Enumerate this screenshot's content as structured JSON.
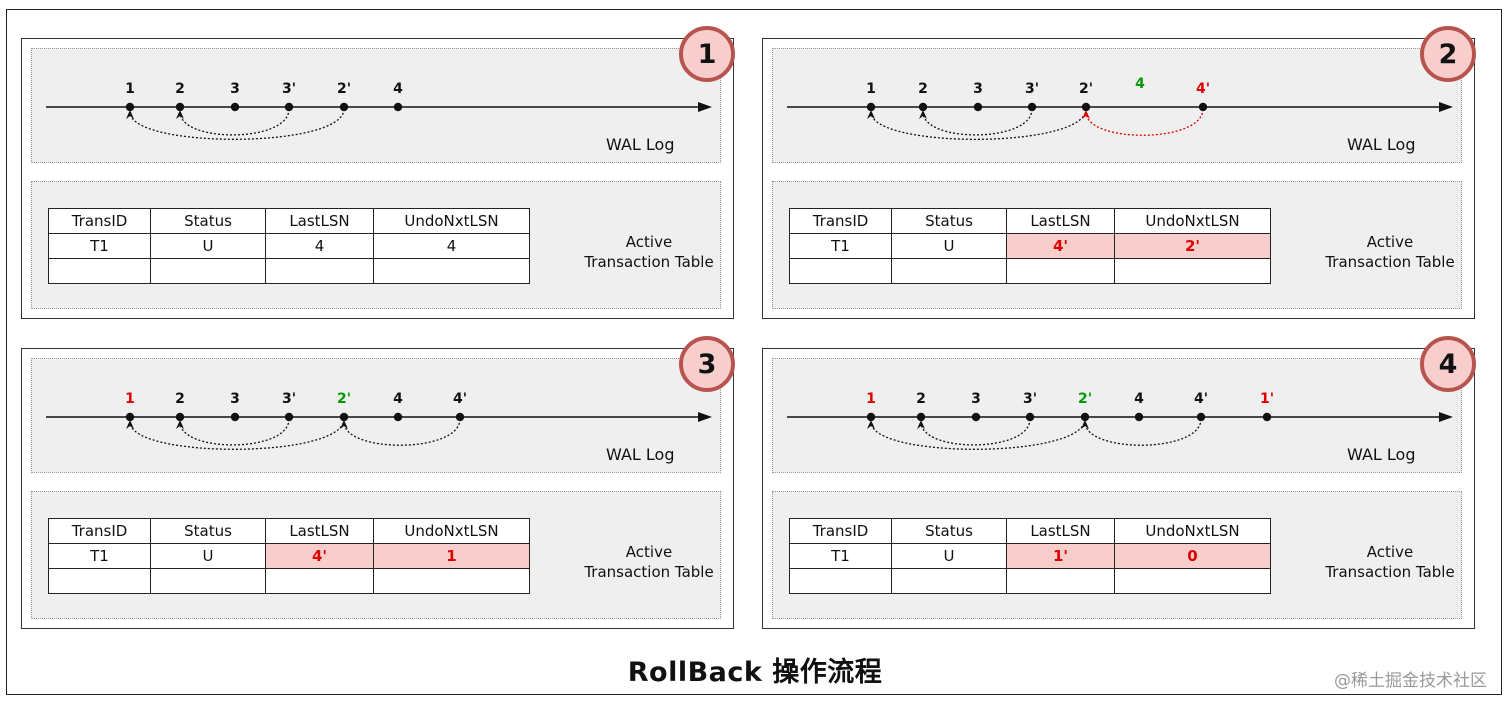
{
  "title": "RollBack 操作流程",
  "watermark": "@稀土掘金技术社区",
  "colors": {
    "default": "#111111",
    "red": "#e00000",
    "green": "#009900"
  },
  "panels": [
    {
      "step": "1",
      "wal_label": "WAL Log",
      "entries": [
        {
          "label": "1",
          "color": "default"
        },
        {
          "label": "2",
          "color": "default"
        },
        {
          "label": "3",
          "color": "default"
        },
        {
          "label": "3'",
          "color": "default"
        },
        {
          "label": "2'",
          "color": "default"
        },
        {
          "label": "4",
          "color": "default"
        }
      ],
      "links": [
        {
          "from": "3'",
          "to": "2",
          "color": "default"
        },
        {
          "from": "2'",
          "to": "1",
          "color": "default"
        }
      ],
      "table_label": [
        "Active",
        "Transaction Table"
      ],
      "table": {
        "headers": [
          "TransID",
          "Status",
          "LastLSN",
          "UndoNxtLSN"
        ],
        "rows": [
          [
            {
              "v": "T1"
            },
            {
              "v": "U"
            },
            {
              "v": "4"
            },
            {
              "v": "4"
            }
          ],
          [
            {
              "v": ""
            },
            {
              "v": ""
            },
            {
              "v": ""
            },
            {
              "v": ""
            }
          ]
        ]
      }
    },
    {
      "step": "2",
      "wal_label": "WAL Log",
      "entries": [
        {
          "label": "1",
          "color": "default"
        },
        {
          "label": "2",
          "color": "default"
        },
        {
          "label": "3",
          "color": "default"
        },
        {
          "label": "3'",
          "color": "default"
        },
        {
          "label": "2'",
          "color": "default"
        },
        {
          "label": "4",
          "color": "green",
          "no_dot": true
        },
        {
          "label": "4'",
          "color": "red"
        }
      ],
      "links": [
        {
          "from": "3'",
          "to": "2",
          "color": "default"
        },
        {
          "from": "2'",
          "to": "1",
          "color": "default"
        },
        {
          "from": "4'",
          "to": "2'",
          "color": "red"
        }
      ],
      "table_label": [
        "Active",
        "Transaction Table"
      ],
      "table": {
        "headers": [
          "TransID",
          "Status",
          "LastLSN",
          "UndoNxtLSN"
        ],
        "rows": [
          [
            {
              "v": "T1"
            },
            {
              "v": "U"
            },
            {
              "v": "4'",
              "hl": true
            },
            {
              "v": "2'",
              "hl": true
            }
          ],
          [
            {
              "v": ""
            },
            {
              "v": ""
            },
            {
              "v": ""
            },
            {
              "v": ""
            }
          ]
        ]
      }
    },
    {
      "step": "3",
      "wal_label": "WAL Log",
      "entries": [
        {
          "label": "1",
          "color": "red"
        },
        {
          "label": "2",
          "color": "default"
        },
        {
          "label": "3",
          "color": "default"
        },
        {
          "label": "3'",
          "color": "default"
        },
        {
          "label": "2'",
          "color": "green"
        },
        {
          "label": "4",
          "color": "default"
        },
        {
          "label": "4'",
          "color": "default"
        }
      ],
      "links": [
        {
          "from": "3'",
          "to": "2",
          "color": "default"
        },
        {
          "from": "2'",
          "to": "1",
          "color": "default"
        },
        {
          "from": "4'",
          "to": "2'",
          "color": "default"
        }
      ],
      "table_label": [
        "Active",
        "Transaction Table"
      ],
      "table": {
        "headers": [
          "TransID",
          "Status",
          "LastLSN",
          "UndoNxtLSN"
        ],
        "rows": [
          [
            {
              "v": "T1"
            },
            {
              "v": "U"
            },
            {
              "v": "4'",
              "hl": true
            },
            {
              "v": "1",
              "hl": true
            }
          ],
          [
            {
              "v": ""
            },
            {
              "v": ""
            },
            {
              "v": ""
            },
            {
              "v": ""
            }
          ]
        ]
      }
    },
    {
      "step": "4",
      "wal_label": "WAL Log",
      "entries": [
        {
          "label": "1",
          "color": "red"
        },
        {
          "label": "2",
          "color": "default"
        },
        {
          "label": "3",
          "color": "default"
        },
        {
          "label": "3'",
          "color": "default"
        },
        {
          "label": "2'",
          "color": "green"
        },
        {
          "label": "4",
          "color": "default"
        },
        {
          "label": "4'",
          "color": "default"
        },
        {
          "label": "1'",
          "color": "red"
        }
      ],
      "links": [
        {
          "from": "3'",
          "to": "2",
          "color": "default"
        },
        {
          "from": "2'",
          "to": "1",
          "color": "default"
        },
        {
          "from": "4'",
          "to": "2'",
          "color": "default"
        }
      ],
      "table_label": [
        "Active",
        "Transaction Table"
      ],
      "table": {
        "headers": [
          "TransID",
          "Status",
          "LastLSN",
          "UndoNxtLSN"
        ],
        "rows": [
          [
            {
              "v": "T1"
            },
            {
              "v": "U"
            },
            {
              "v": "1'",
              "hl": true
            },
            {
              "v": "0",
              "hl": true
            }
          ],
          [
            {
              "v": ""
            },
            {
              "v": ""
            },
            {
              "v": ""
            },
            {
              "v": ""
            }
          ]
        ]
      }
    }
  ]
}
